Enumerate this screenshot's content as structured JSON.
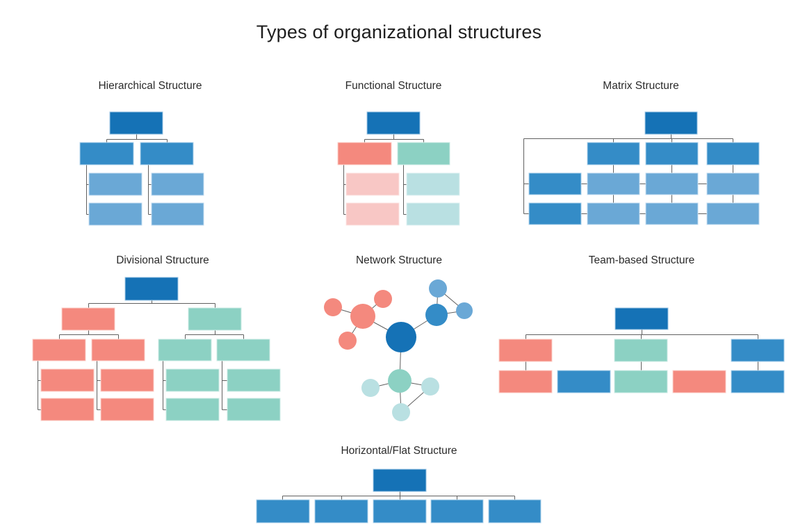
{
  "page_title": "Types of organizational structures",
  "palette": {
    "dark_blue": {
      "fill": "#1572B6",
      "stroke": "#9CC6E4"
    },
    "medium_blue": {
      "fill": "#348CC7",
      "stroke": "#ACD2EB"
    },
    "light_blue": {
      "fill": "#6AA8D6",
      "stroke": "#C3DCF0"
    },
    "salmon": {
      "fill": "#F4897E",
      "stroke": "#FBD0CA"
    },
    "light_salmon": {
      "fill": "#F8C7C5",
      "stroke": "#FDE6E4"
    },
    "teal": {
      "fill": "#8CD1C3",
      "stroke": "#CDEBE5"
    },
    "light_teal": {
      "fill": "#B9E0E2",
      "stroke": "#DFF2F3"
    }
  },
  "connector": {
    "color": "#606060",
    "width": 1
  },
  "diagrams": [
    {
      "id": "hierarchical",
      "title": "Hierarchical Structure",
      "boxes": [
        [
          158,
          161,
          76,
          32,
          "dark_blue"
        ],
        [
          115,
          205,
          77,
          32,
          "medium_blue"
        ],
        [
          202,
          205,
          76,
          32,
          "medium_blue"
        ],
        [
          128,
          249,
          76,
          32,
          "light_blue"
        ],
        [
          128,
          292,
          76,
          32,
          "light_blue"
        ],
        [
          218,
          249,
          75,
          32,
          "light_blue"
        ],
        [
          218,
          292,
          75,
          32,
          "light_blue"
        ]
      ],
      "lines": [
        [
          196,
          193,
          196,
          200
        ],
        [
          153,
          200,
          240,
          200
        ],
        [
          153,
          200,
          153,
          205
        ],
        [
          240,
          200,
          240,
          205
        ],
        [
          124,
          237,
          124,
          308
        ],
        [
          124,
          265,
          128,
          265
        ],
        [
          124,
          308,
          128,
          308
        ],
        [
          213,
          237,
          213,
          308
        ],
        [
          213,
          265,
          218,
          265
        ],
        [
          213,
          308,
          218,
          308
        ]
      ]
    },
    {
      "id": "functional",
      "title": "Functional Structure",
      "boxes": [
        [
          528,
          161,
          76,
          32,
          "dark_blue"
        ],
        [
          486,
          205,
          77,
          32,
          "salmon"
        ],
        [
          572,
          205,
          75,
          32,
          "teal"
        ],
        [
          498,
          249,
          76,
          32,
          "light_salmon"
        ],
        [
          498,
          292,
          76,
          32,
          "light_salmon"
        ],
        [
          585,
          249,
          76,
          32,
          "light_teal"
        ],
        [
          585,
          292,
          76,
          32,
          "light_teal"
        ]
      ],
      "lines": [
        [
          566,
          193,
          566,
          200
        ],
        [
          524,
          200,
          609,
          200
        ],
        [
          524,
          200,
          524,
          205
        ],
        [
          609,
          200,
          609,
          205
        ],
        [
          494,
          237,
          494,
          308
        ],
        [
          494,
          265,
          498,
          265
        ],
        [
          494,
          308,
          498,
          308
        ],
        [
          580,
          237,
          580,
          308
        ],
        [
          580,
          265,
          585,
          265
        ],
        [
          580,
          308,
          585,
          308
        ]
      ]
    },
    {
      "id": "matrix",
      "title": "Matrix Structure",
      "boxes": [
        [
          928,
          161,
          75,
          32,
          "dark_blue"
        ],
        [
          845,
          205,
          75,
          32,
          "medium_blue"
        ],
        [
          929,
          205,
          75,
          32,
          "medium_blue"
        ],
        [
          1017,
          205,
          75,
          32,
          "medium_blue"
        ],
        [
          761,
          249,
          75,
          31,
          "medium_blue"
        ],
        [
          845,
          249,
          75,
          31,
          "light_blue"
        ],
        [
          929,
          249,
          75,
          31,
          "light_blue"
        ],
        [
          1017,
          249,
          75,
          31,
          "light_blue"
        ],
        [
          761,
          292,
          75,
          31,
          "medium_blue"
        ],
        [
          845,
          292,
          75,
          31,
          "light_blue"
        ],
        [
          929,
          292,
          75,
          31,
          "light_blue"
        ],
        [
          1017,
          292,
          75,
          31,
          "light_blue"
        ]
      ],
      "lines": [
        [
          965,
          193,
          965,
          199
        ],
        [
          753,
          199,
          1054,
          199
        ],
        [
          882,
          199,
          882,
          205
        ],
        [
          966,
          199,
          966,
          205
        ],
        [
          1054,
          199,
          1054,
          205
        ],
        [
          753,
          199,
          753,
          307
        ],
        [
          753,
          264,
          761,
          264
        ],
        [
          753,
          307,
          761,
          307
        ],
        [
          882,
          237,
          882,
          249
        ],
        [
          966,
          237,
          966,
          249
        ],
        [
          1054,
          237,
          1054,
          249
        ],
        [
          882,
          280,
          882,
          292
        ],
        [
          966,
          280,
          966,
          292
        ],
        [
          1054,
          280,
          1054,
          292
        ],
        [
          836,
          264,
          845,
          264
        ],
        [
          920,
          264,
          929,
          264
        ],
        [
          1004,
          264,
          1017,
          264
        ],
        [
          836,
          307,
          845,
          307
        ],
        [
          920,
          307,
          929,
          307
        ],
        [
          1004,
          307,
          1017,
          307
        ]
      ]
    },
    {
      "id": "divisional",
      "title": "Divisional Structure",
      "boxes": [
        [
          180,
          399,
          76,
          33,
          "dark_blue"
        ],
        [
          89,
          443,
          76,
          32,
          "salmon"
        ],
        [
          271,
          443,
          76,
          32,
          "teal"
        ],
        [
          47,
          488,
          76,
          31,
          "salmon"
        ],
        [
          132,
          488,
          76,
          31,
          "salmon"
        ],
        [
          228,
          488,
          76,
          31,
          "teal"
        ],
        [
          312,
          488,
          76,
          31,
          "teal"
        ],
        [
          59,
          531,
          76,
          32,
          "salmon"
        ],
        [
          59,
          573,
          76,
          32,
          "salmon"
        ],
        [
          145,
          531,
          76,
          32,
          "salmon"
        ],
        [
          145,
          573,
          76,
          32,
          "salmon"
        ],
        [
          239,
          531,
          76,
          32,
          "teal"
        ],
        [
          239,
          573,
          76,
          32,
          "teal"
        ],
        [
          327,
          531,
          76,
          32,
          "teal"
        ],
        [
          327,
          573,
          76,
          32,
          "teal"
        ]
      ],
      "lines": [
        [
          218,
          432,
          218,
          436
        ],
        [
          127,
          436,
          309,
          436
        ],
        [
          127,
          436,
          127,
          443
        ],
        [
          309,
          436,
          309,
          443
        ],
        [
          127,
          475,
          127,
          481
        ],
        [
          85,
          481,
          170,
          481
        ],
        [
          85,
          481,
          85,
          488
        ],
        [
          170,
          481,
          170,
          488
        ],
        [
          309,
          475,
          309,
          481
        ],
        [
          266,
          481,
          350,
          481
        ],
        [
          266,
          481,
          266,
          488
        ],
        [
          350,
          481,
          350,
          488
        ],
        [
          54,
          519,
          54,
          589
        ],
        [
          54,
          547,
          59,
          547
        ],
        [
          54,
          589,
          59,
          589
        ],
        [
          139,
          519,
          139,
          589
        ],
        [
          139,
          547,
          145,
          547
        ],
        [
          139,
          589,
          145,
          589
        ],
        [
          234,
          519,
          234,
          589
        ],
        [
          234,
          547,
          239,
          547
        ],
        [
          234,
          589,
          239,
          589
        ],
        [
          319,
          519,
          319,
          589
        ],
        [
          319,
          547,
          327,
          547
        ],
        [
          319,
          589,
          327,
          589
        ]
      ]
    },
    {
      "id": "network",
      "title": "Network Structure",
      "nodes": [
        [
          577,
          485,
          22,
          "dark_blue"
        ],
        [
          522,
          455,
          18,
          "salmon"
        ],
        [
          551,
          430,
          13,
          "salmon"
        ],
        [
          479,
          442,
          13,
          "salmon"
        ],
        [
          500,
          490,
          13,
          "salmon"
        ],
        [
          628,
          453,
          16,
          "medium_blue"
        ],
        [
          630,
          415,
          13,
          "light_blue"
        ],
        [
          668,
          447,
          12,
          "light_blue"
        ],
        [
          575,
          548,
          17,
          "teal"
        ],
        [
          533,
          558,
          13,
          "light_teal"
        ],
        [
          619,
          556,
          13,
          "light_teal"
        ],
        [
          577,
          593,
          13,
          "light_teal"
        ]
      ],
      "edges": [
        [
          0,
          1
        ],
        [
          0,
          5
        ],
        [
          0,
          8
        ],
        [
          1,
          2
        ],
        [
          1,
          3
        ],
        [
          1,
          4
        ],
        [
          5,
          6
        ],
        [
          5,
          7
        ],
        [
          6,
          7
        ],
        [
          8,
          9
        ],
        [
          8,
          10
        ],
        [
          8,
          11
        ],
        [
          10,
          11
        ]
      ]
    },
    {
      "id": "team-based",
      "title": "Team-based Structure",
      "boxes": [
        [
          885,
          443,
          76,
          31,
          "dark_blue"
        ],
        [
          718,
          488,
          76,
          32,
          "salmon"
        ],
        [
          884,
          488,
          76,
          32,
          "teal"
        ],
        [
          1052,
          488,
          76,
          32,
          "medium_blue"
        ],
        [
          718,
          533,
          76,
          32,
          "salmon"
        ],
        [
          802,
          533,
          76,
          32,
          "medium_blue"
        ],
        [
          884,
          533,
          76,
          32,
          "teal"
        ],
        [
          968,
          533,
          76,
          32,
          "salmon"
        ],
        [
          1052,
          533,
          76,
          32,
          "medium_blue"
        ]
      ],
      "lines": [
        [
          923,
          474,
          923,
          481
        ],
        [
          756,
          481,
          1090,
          481
        ],
        [
          756,
          481,
          756,
          488
        ],
        [
          922,
          481,
          922,
          488
        ],
        [
          1090,
          481,
          1090,
          488
        ],
        [
          756,
          520,
          756,
          533
        ],
        [
          922,
          520,
          922,
          533
        ],
        [
          1090,
          520,
          1090,
          533
        ]
      ]
    },
    {
      "id": "horizontal-flat",
      "title": "Horizontal/Flat Structure",
      "boxes": [
        [
          537,
          675,
          76,
          32,
          "dark_blue"
        ],
        [
          369,
          719,
          76,
          33,
          "medium_blue"
        ],
        [
          453,
          719,
          76,
          33,
          "medium_blue"
        ],
        [
          537,
          719,
          76,
          33,
          "medium_blue"
        ],
        [
          620,
          719,
          75,
          33,
          "medium_blue"
        ],
        [
          703,
          719,
          75,
          33,
          "medium_blue"
        ]
      ],
      "lines": [
        [
          575,
          707,
          575,
          713
        ],
        [
          406,
          713,
          740,
          713
        ],
        [
          406,
          713,
          406,
          719
        ],
        [
          491,
          713,
          491,
          719
        ],
        [
          575,
          713,
          575,
          719
        ],
        [
          657,
          713,
          657,
          719
        ],
        [
          740,
          713,
          740,
          719
        ]
      ]
    }
  ]
}
